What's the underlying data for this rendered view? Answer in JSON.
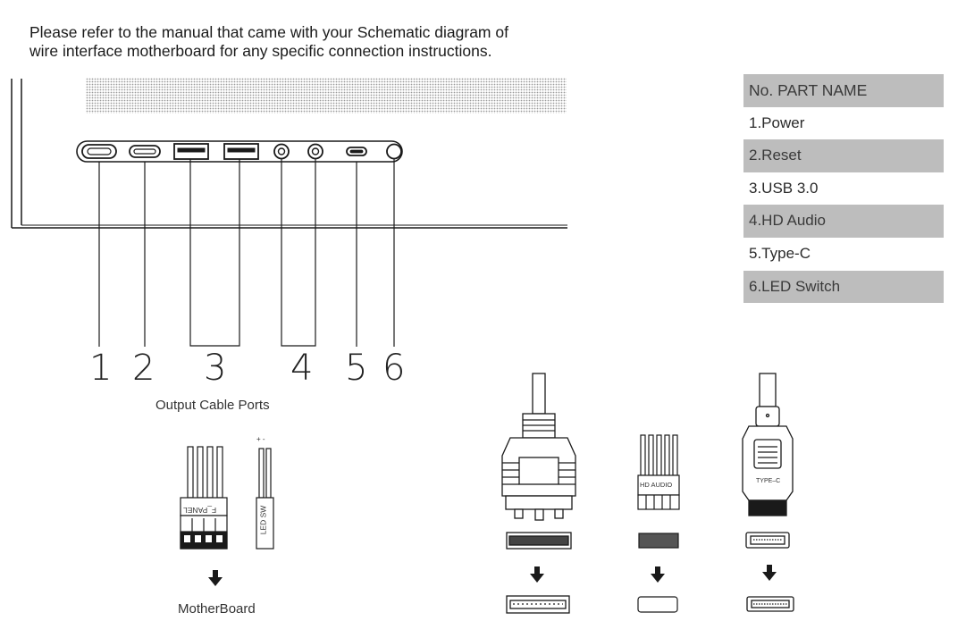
{
  "intro": {
    "line1": "Please refer to the manual that came with your Schematic diagram of",
    "line2": "wire interface motherboard for any specific connection instructions."
  },
  "parts_table": {
    "header": "No. PART NAME",
    "rows": [
      "1.Power",
      "2.Reset",
      "3.USB 3.0",
      "4.HD Audio",
      "5.Type-C",
      "6.LED Switch"
    ]
  },
  "port_numbers": [
    "1",
    "2",
    "3",
    "4",
    "5",
    "6"
  ],
  "captions": {
    "output_ports": "Output Cable Ports",
    "motherboard": "MotherBoard"
  },
  "connector_labels": {
    "f_panel": "F_PANEL",
    "led_sw": "LED SW",
    "led_sw_polarity": "+ -",
    "hd_audio": "HD AUDIO",
    "type_c": "TYPE–C"
  },
  "colors": {
    "table_shade": "#bdbdbd",
    "line": "#1a1a1a"
  }
}
